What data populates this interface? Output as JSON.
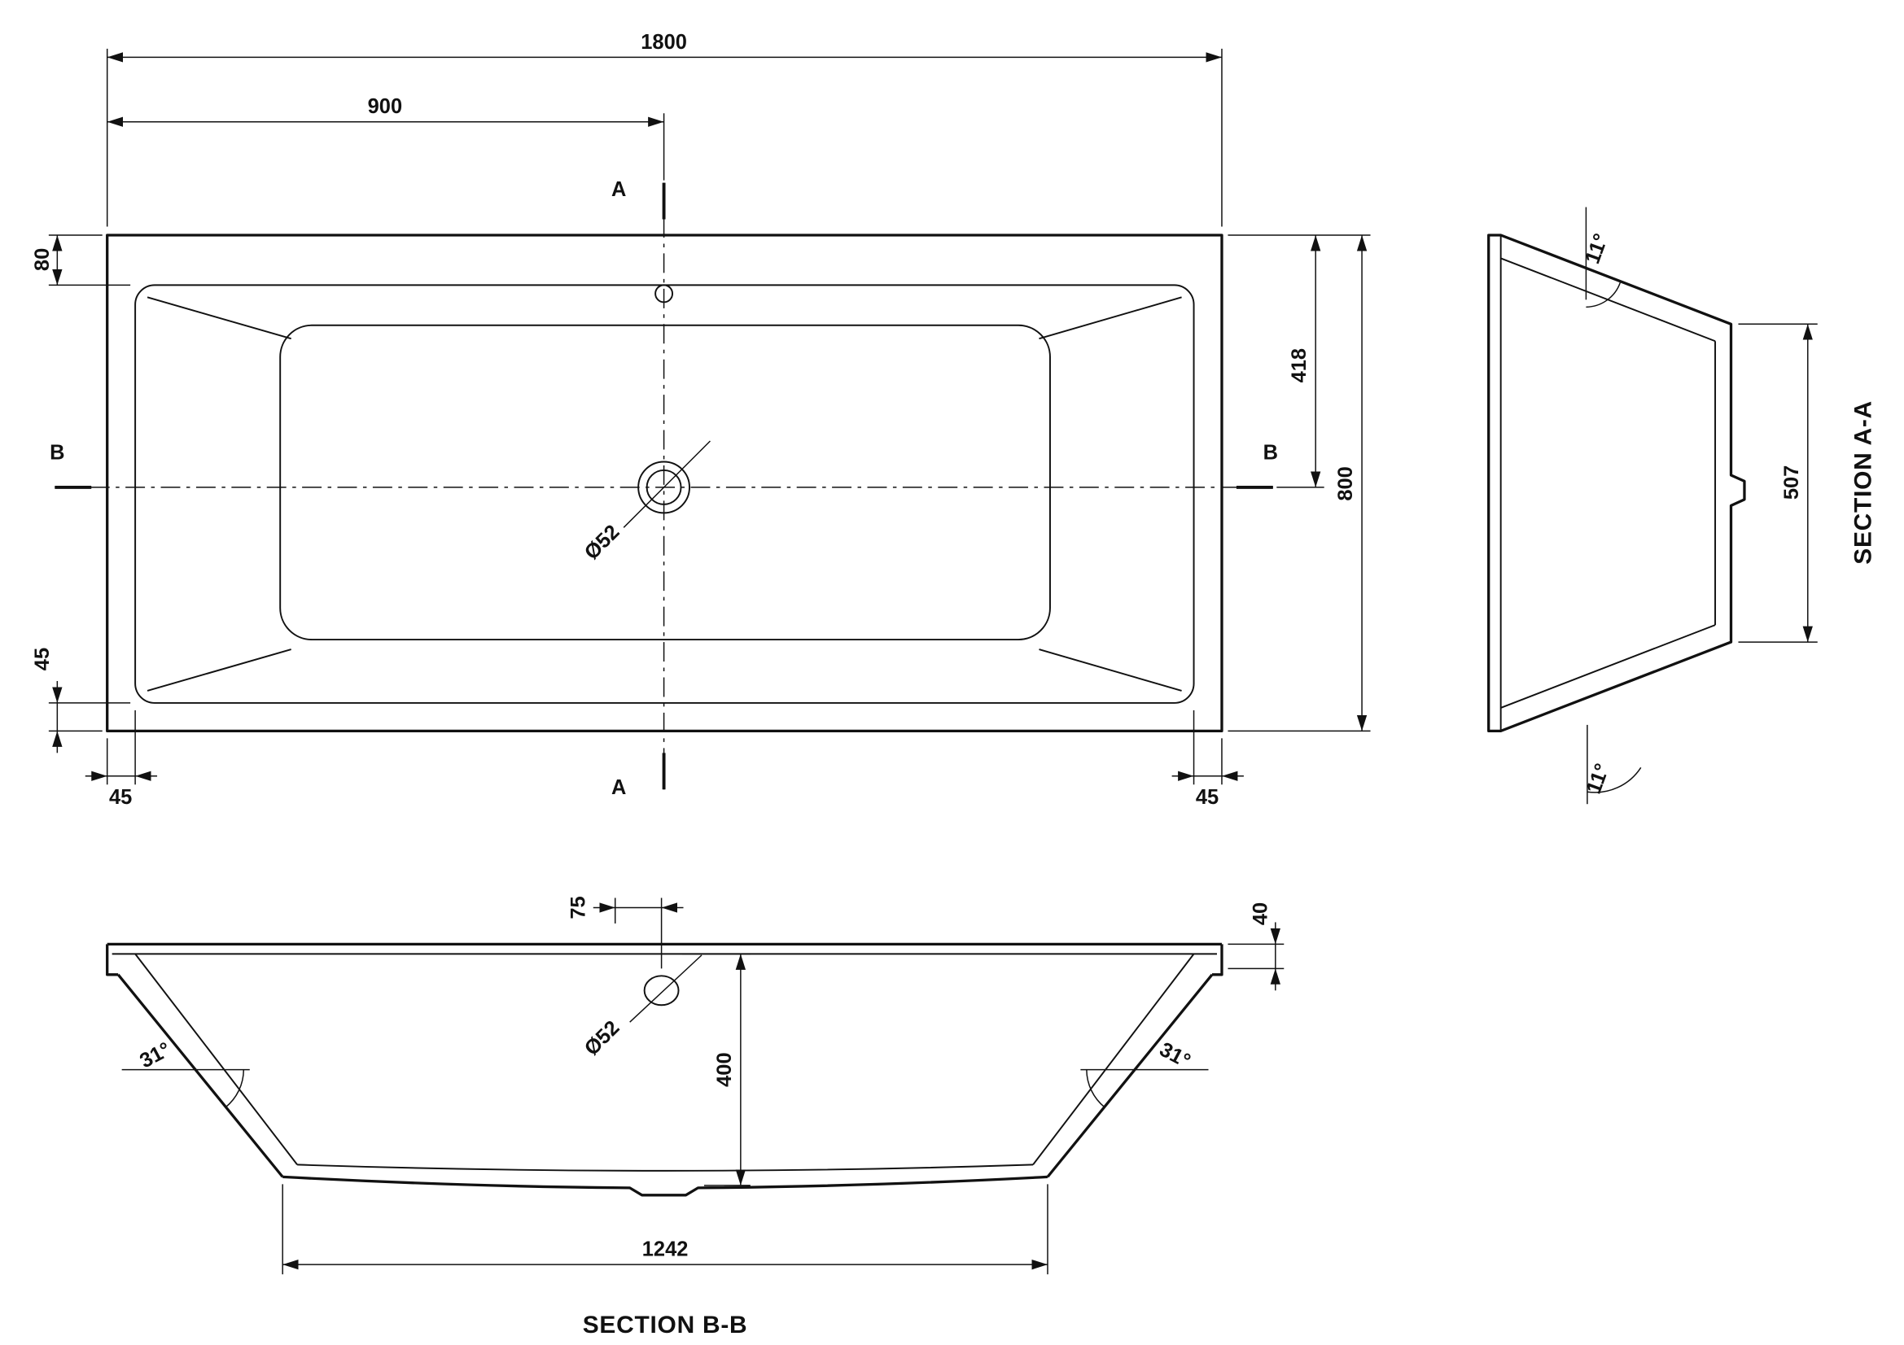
{
  "page": {
    "background": "#ffffff",
    "line_color": "#111111"
  },
  "plan": {
    "dims": {
      "overall_length": "1800",
      "half_length": "900",
      "rim_top": "80",
      "rim_side_bottom": "45",
      "corner_left": "45",
      "corner_right": "45",
      "top_to_centre": "418",
      "width": "800"
    },
    "drain_diameter": "Ø52",
    "marker_a": "A",
    "marker_b": "B"
  },
  "section_aa": {
    "label": "SECTION A-A",
    "floor_width": "507",
    "angle_top": "11°",
    "angle_bottom": "11°"
  },
  "section_bb": {
    "label": "SECTION B-B",
    "floor_length": "1242",
    "depth": "400",
    "rim_height": "40",
    "drain_offset": "75",
    "drain_diameter": "Ø52",
    "angle_left": "31°",
    "angle_right": "31°"
  }
}
